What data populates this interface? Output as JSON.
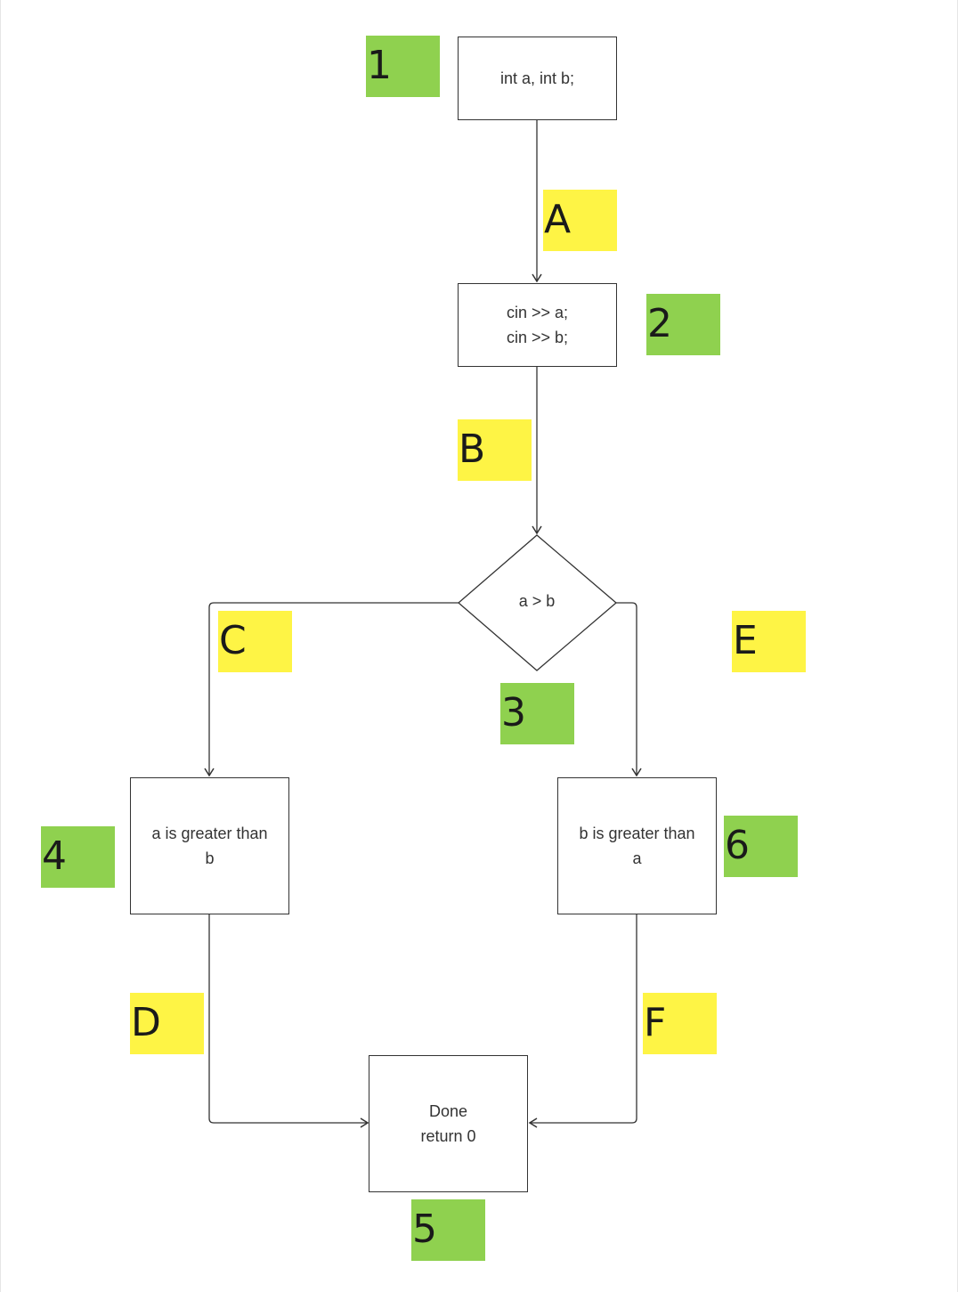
{
  "colors": {
    "node_label_bg": "#8fd14f",
    "edge_label_bg": "#fef445",
    "stroke": "#333333"
  },
  "nodes": {
    "n1": {
      "text": "int a, int b;"
    },
    "n2": {
      "text": "cin >> a;\ncin >> b;"
    },
    "n3": {
      "text": "a > b"
    },
    "n4": {
      "text": "a is greater than\nb"
    },
    "n5": {
      "text": "Done\nreturn 0"
    },
    "n6": {
      "text": "b is greater than\na"
    }
  },
  "node_labels": {
    "n1": "1",
    "n2": "2",
    "n3": "3",
    "n4": "4",
    "n5": "5",
    "n6": "6"
  },
  "edge_labels": {
    "A": "A",
    "B": "B",
    "C": "C",
    "D": "D",
    "E": "E",
    "F": "F"
  }
}
